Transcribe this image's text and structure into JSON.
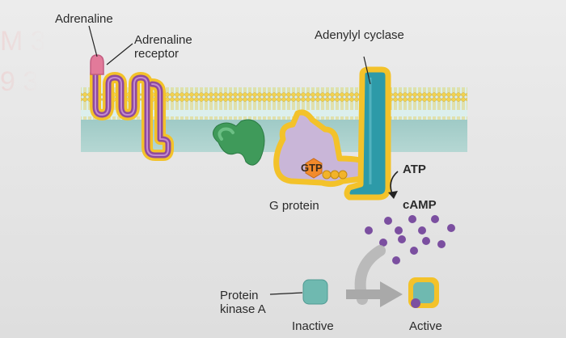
{
  "labels": {
    "adrenaline": "Adrenaline",
    "adrenaline_receptor": "Adrenaline\nreceptor",
    "adenylyl_cyclase": "Adenylyl cyclase",
    "gtp": "GTP",
    "g_protein": "G protein",
    "atp": "ATP",
    "camp": "cAMP",
    "protein_kinase_a": "Protein\nkinase A",
    "inactive": "Inactive",
    "active": "Active"
  },
  "colors": {
    "membrane_yellow": "#f2d24e",
    "membrane_band": "#d9ecea",
    "cytoplasm": "#a9cfcc",
    "receptor_purple": "#8f4a9c",
    "receptor_outline": "#f3c22a",
    "adrenaline_pink": "#e27a9a",
    "g_protein_lavender": "#c9b6d8",
    "adenylyl_teal": "#2d9aa8",
    "subunit_green": "#3f9a5a",
    "gtp_orange": "#f28a2b",
    "camp_purple": "#7b4fa0",
    "pka_teal": "#6fb9b0",
    "arrow_gray": "#a9a9a9"
  }
}
